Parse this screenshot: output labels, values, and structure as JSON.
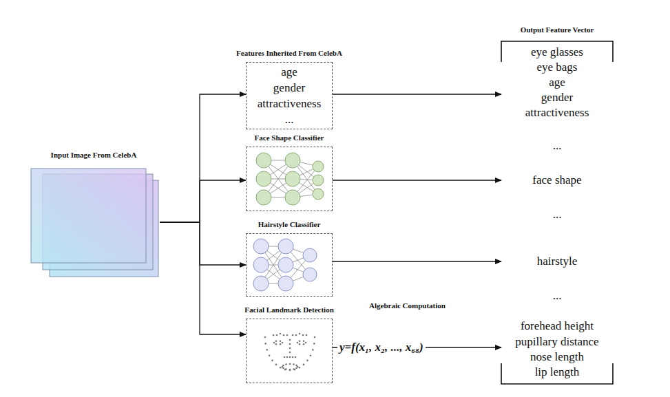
{
  "diagram": {
    "nodes": [
      {
        "text": [
          "Input Image From CelebA"
        ]
      },
      {
        "text": [
          "Features Inherited From CelebA",
          "age",
          "gender",
          "attractiveness",
          "..."
        ]
      },
      {
        "text": [
          "Face Shape Classifier"
        ]
      },
      {
        "text": [
          "Hairstyle Classifier"
        ]
      },
      {
        "text": [
          "Facial Landmark Detection"
        ]
      },
      {
        "text": [
          "Output Feature Vector",
          "eye glasses",
          "eye bags",
          "age",
          "gender",
          "attractiveness",
          "...",
          "face shape",
          "...",
          "hairstyle",
          "...",
          "forehead height",
          "pupillary distance",
          "nose length",
          "lip length"
        ]
      }
    ],
    "edges": [
      {
        "from": 0,
        "to": 1,
        "arrow": "to"
      },
      {
        "from": 0,
        "to": 2,
        "arrow": "to"
      },
      {
        "from": 0,
        "to": 3,
        "arrow": "to"
      },
      {
        "from": 0,
        "to": 4,
        "arrow": "to"
      },
      {
        "from": 1,
        "to": 5,
        "arrow": "to"
      },
      {
        "from": 2,
        "to": 5,
        "arrow": "to"
      },
      {
        "from": 3,
        "to": 5,
        "arrow": "to"
      },
      {
        "from": 4,
        "to": 5,
        "label": "y=f(x₁, x₂, ..., x₆₈)",
        "arrow": "to"
      }
    ],
    "labels": [
      "Algebraic Computation"
    ]
  }
}
